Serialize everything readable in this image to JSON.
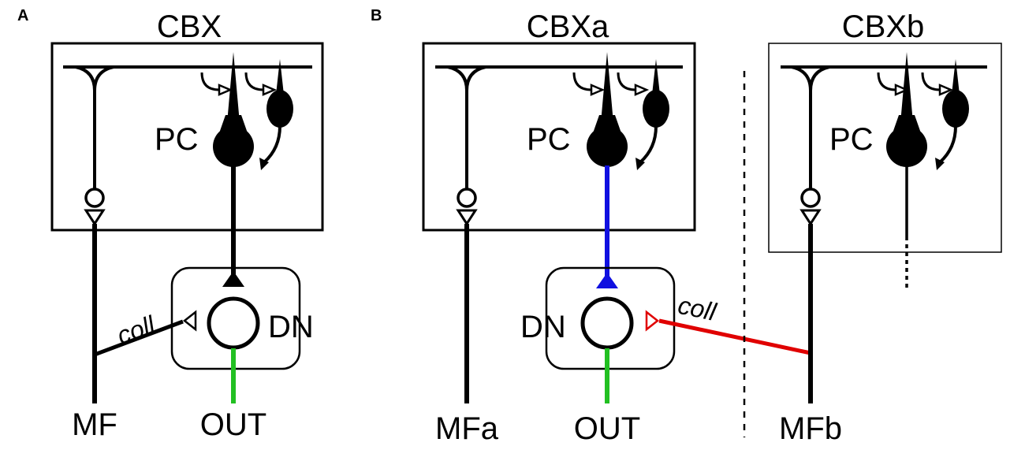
{
  "panels": [
    {
      "letter": "A",
      "region_label": "CBX",
      "cell_label": "PC",
      "nucleus_label": "DN",
      "collateral_label": "coll",
      "fiber_label": "MF",
      "output_label": "OUT"
    },
    {
      "letter": "B",
      "region_a_label": "CBXa",
      "region_b_label": "CBXb",
      "cell_a_label": "PC",
      "cell_b_label": "PC",
      "nucleus_label": "DN",
      "collateral_label": "coll",
      "fiber_a_label": "MFa",
      "fiber_b_label": "MFb",
      "output_label": "OUT"
    }
  ],
  "colors": {
    "line": "#000000",
    "output_axon": "#22c022",
    "pc_axon_b": "#1010e0",
    "collateral_b": "#e00000"
  }
}
